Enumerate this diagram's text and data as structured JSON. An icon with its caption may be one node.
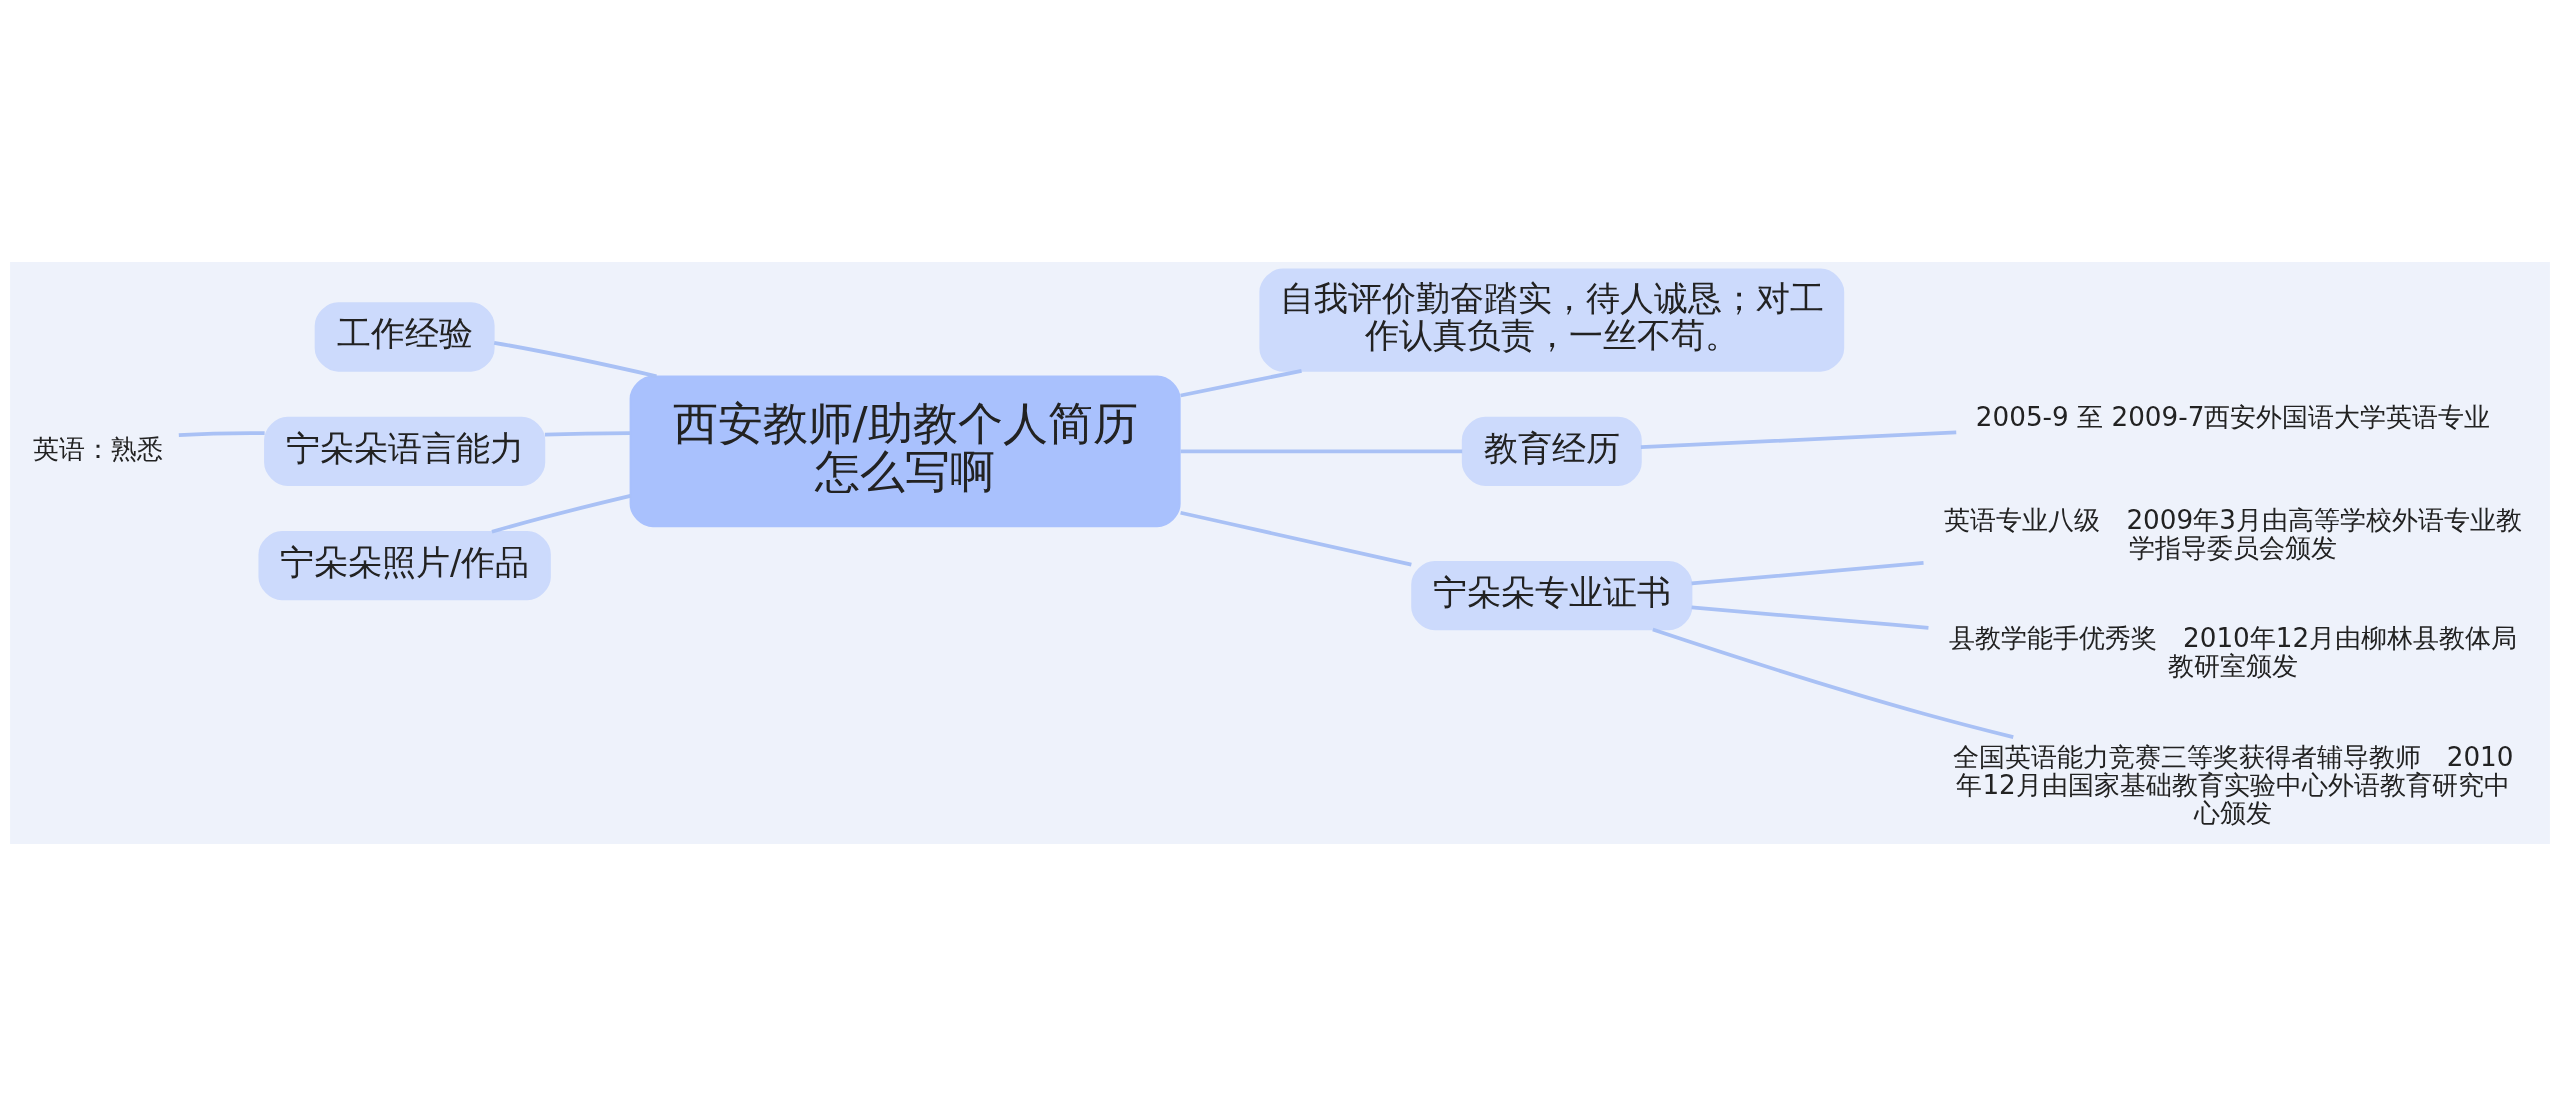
{
  "diagram": {
    "nodes": [
      {
        "text": [
          "西安教师/助教个人简历怎么写啊"
        ]
      },
      {
        "text": [
          "工作经验"
        ]
      },
      {
        "text": [
          "宁朵朵语言能力"
        ]
      },
      {
        "text": [
          "英语：熟悉"
        ]
      },
      {
        "text": [
          "宁朵朵照片/作品"
        ]
      },
      {
        "text": [
          "自我评价勤奋踏实，待人诚恳；对工作认真负责，一丝不苟。"
        ]
      },
      {
        "text": [
          "教育经历"
        ]
      },
      {
        "text": [
          "2005-9 至 2009-7西安外国语大学英语专业"
        ]
      },
      {
        "text": [
          "宁朵朵专业证书"
        ]
      },
      {
        "text": [
          "英语专业八级　2009年3月由高等学校外语专业教学指导委员会颁发"
        ]
      },
      {
        "text": [
          "县教学能手优秀奖　2010年12月由柳林县教体局教研室颁发"
        ]
      },
      {
        "text": [
          "全国英语能力竞赛三等奖获得者辅导教师　2010年12月由国家基础教育实验中心外语教育研究中心颁发"
        ]
      }
    ],
    "edges": [
      {
        "from": 0,
        "to": 1,
        "arrow": "none"
      },
      {
        "from": 0,
        "to": 2,
        "arrow": "none"
      },
      {
        "from": 2,
        "to": 3,
        "arrow": "none"
      },
      {
        "from": 0,
        "to": 4,
        "arrow": "none"
      },
      {
        "from": 0,
        "to": 5,
        "arrow": "none"
      },
      {
        "from": 0,
        "to": 6,
        "arrow": "none"
      },
      {
        "from": 6,
        "to": 7,
        "arrow": "none"
      },
      {
        "from": 0,
        "to": 8,
        "arrow": "none"
      },
      {
        "from": 8,
        "to": 9,
        "arrow": "none"
      },
      {
        "from": 8,
        "to": 10,
        "arrow": "none"
      },
      {
        "from": 8,
        "to": 11,
        "arrow": "none"
      }
    ]
  }
}
